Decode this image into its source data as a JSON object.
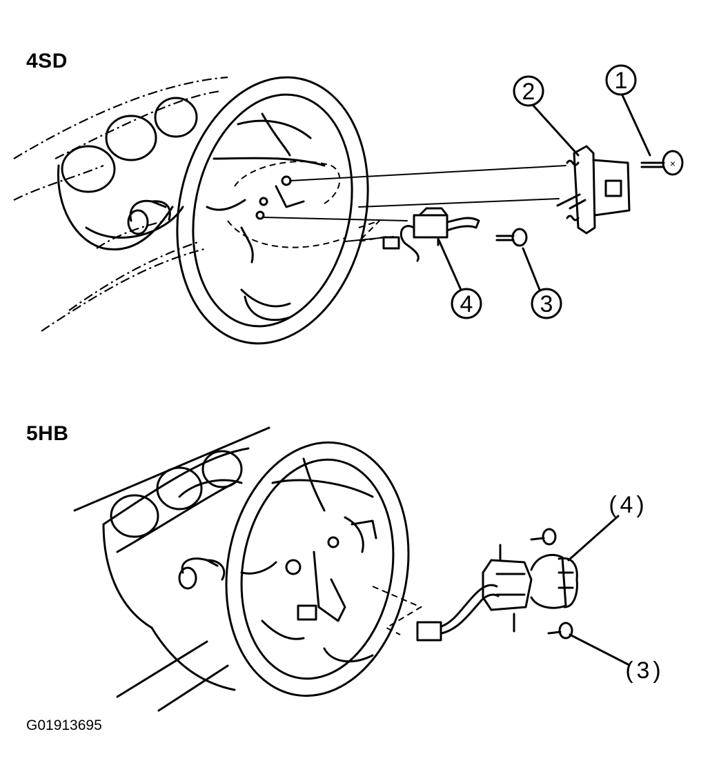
{
  "sections": {
    "top": {
      "label": "4SD"
    },
    "bottom": {
      "label": "5HB"
    }
  },
  "callouts_top": [
    "1",
    "2",
    "3",
    "4"
  ],
  "callouts_bottom": [
    "4",
    "3"
  ],
  "figure_id": "G01913695"
}
